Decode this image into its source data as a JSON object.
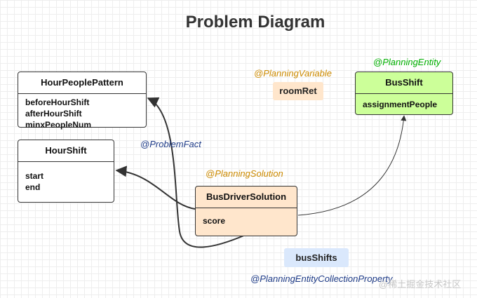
{
  "title": "Problem Diagram",
  "colors": {
    "entity_fill": "#ccff99",
    "solution_fill": "#ffe6cc",
    "chip_blue": "#dae8fc",
    "anno_orange": "#cc8a00",
    "anno_green": "#00b000",
    "anno_blue": "#1f3c88"
  },
  "classes": {
    "hour_people_pattern": {
      "name": "HourPeoplePattern",
      "fields": [
        "beforeHourShift",
        "afterHourShift",
        "minxPeopleNum"
      ]
    },
    "hour_shift": {
      "name": "HourShift",
      "fields": [
        "start",
        "end"
      ]
    },
    "bus_shift": {
      "name": "BusShift",
      "fields": [
        "assignmentPeople"
      ]
    },
    "bus_driver_solution": {
      "name": "BusDriverSolution",
      "fields": [
        "score"
      ]
    }
  },
  "annotations": {
    "planning_variable": "@PlanningVariable",
    "planning_entity": "@PlanningEntity",
    "problem_fact": "@ProblemFact",
    "planning_solution": "@PlanningSolution",
    "planning_entity_collection_property": "@PlanningEntityCollectionProperty"
  },
  "chips": {
    "room_ret": "roomRet",
    "bus_shifts": "busShifts"
  },
  "watermark": "@稀土掘金技术社区"
}
